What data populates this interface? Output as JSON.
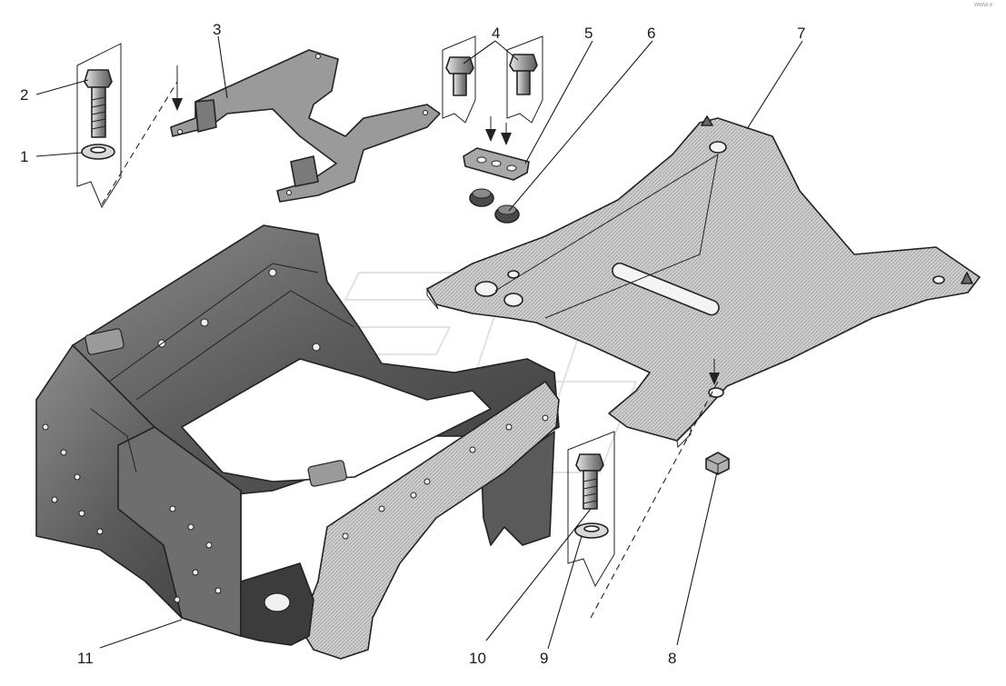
{
  "corner_mark": "www.x",
  "callouts": [
    {
      "id": "1",
      "text": "1"
    },
    {
      "id": "2",
      "text": "2"
    },
    {
      "id": "3",
      "text": "3"
    },
    {
      "id": "4",
      "text": "4"
    },
    {
      "id": "5",
      "text": "5"
    },
    {
      "id": "6",
      "text": "6"
    },
    {
      "id": "7",
      "text": "7"
    },
    {
      "id": "8",
      "text": "8"
    },
    {
      "id": "9",
      "text": "9"
    },
    {
      "id": "10",
      "text": "10"
    },
    {
      "id": "11",
      "text": "11"
    }
  ],
  "colors": {
    "ink": "#222222",
    "cast_dark": "#4a4a4a",
    "cast_mid": "#7a7a7a",
    "cast_light": "#b8b8b8",
    "plate": "#c9c9c9",
    "bracket": "#9a9a9a"
  }
}
